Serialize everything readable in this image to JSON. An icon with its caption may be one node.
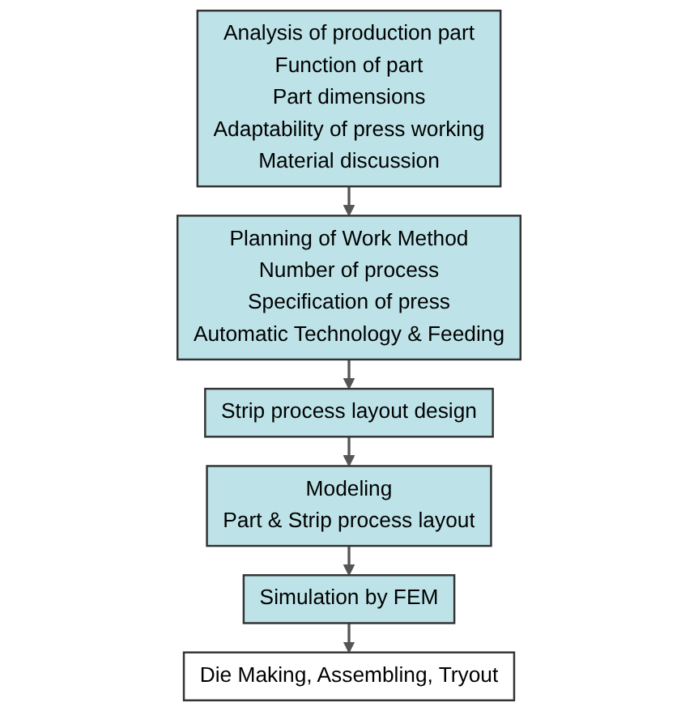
{
  "diagram": {
    "nodes": [
      {
        "text": [
          "Analysis of production part",
          "Function of part",
          "Part dimensions",
          "Adaptability of press working",
          "Material discussion"
        ]
      },
      {
        "text": [
          "Planning of Work Method",
          "Number of process",
          "Specification of press",
          "Automatic Technology & Feeding"
        ]
      },
      {
        "text": [
          "Strip process layout design"
        ]
      },
      {
        "text": [
          "Modeling",
          "Part & Strip process layout"
        ]
      },
      {
        "text": [
          "Simulation by FEM"
        ]
      },
      {
        "text": [
          "Die Making, Assembling, Tryout"
        ]
      }
    ],
    "edges": [
      {
        "from": 0,
        "to": 1,
        "arrow": "to"
      },
      {
        "from": 1,
        "to": 2,
        "arrow": "to"
      },
      {
        "from": 2,
        "to": 3,
        "arrow": "to"
      },
      {
        "from": 3,
        "to": 4,
        "arrow": "to"
      },
      {
        "from": 4,
        "to": 5,
        "arrow": "to"
      }
    ]
  }
}
